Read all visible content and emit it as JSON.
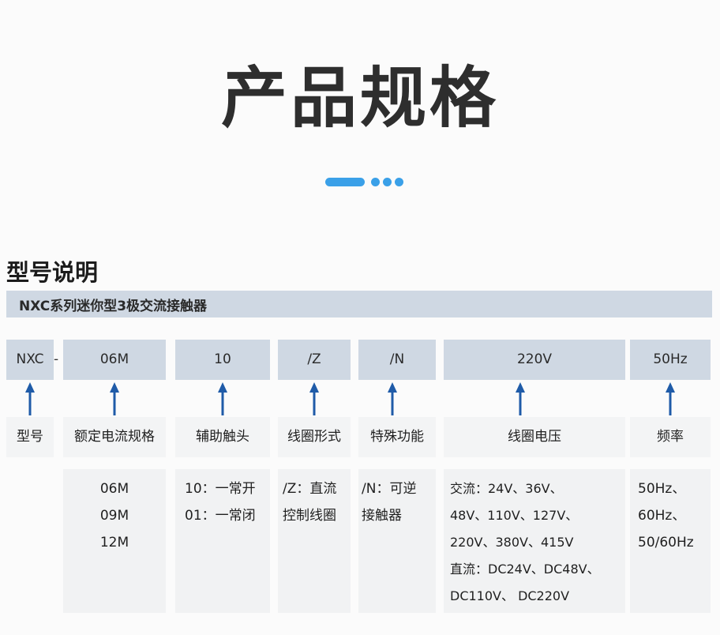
{
  "title": "产品规格",
  "section": {
    "title": "型号说明",
    "subtitle": "NXC系列迷你型3极交流接触器"
  },
  "colors": {
    "accent": "#3aa0e8",
    "box": "#cfd8e3",
    "arrow": "#1f5ba8"
  },
  "codes": [
    "NXC",
    "06M",
    "10",
    "/Z",
    "/N",
    "220V",
    "50Hz"
  ],
  "dash": "-",
  "labels": [
    "型号",
    "额定电流规格",
    "辅助触头",
    "线圈形式",
    "特殊功能",
    "线圈电压",
    "频率"
  ],
  "details": {
    "current": [
      "06M",
      "09M",
      "12M"
    ],
    "aux": [
      "10：一常开",
      "01：一常闭"
    ],
    "coil_type": [
      "/Z：直流",
      "控制线圈"
    ],
    "special": [
      "/N：可逆",
      "接触器"
    ],
    "voltage": [
      "交流：24V、36V、",
      "48V、110V、127V、",
      "220V、380V、415V",
      "直流：DC24V、DC48V、",
      "DC110V、 DC220V"
    ],
    "freq": [
      "50Hz、",
      "60Hz、",
      "50/60Hz"
    ]
  }
}
